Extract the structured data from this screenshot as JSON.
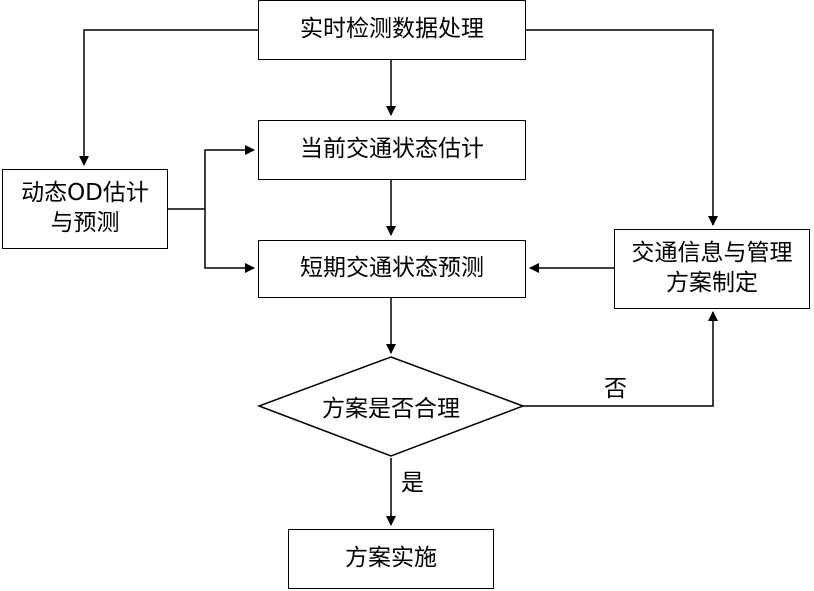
{
  "nodes": {
    "realtime_processing": "实时检测数据处理",
    "current_state_estimation": "当前交通状态估计",
    "dynamic_od": "动态OD估计\n与预测",
    "short_term_prediction": "短期交通状态预测",
    "info_management": "交通信息与管理\n方案制定",
    "decision": "方案是否合理",
    "implementation": "方案实施"
  },
  "edge_labels": {
    "no": "否",
    "yes": "是"
  },
  "colors": {
    "line": "#000000",
    "background": "#ffffff"
  }
}
